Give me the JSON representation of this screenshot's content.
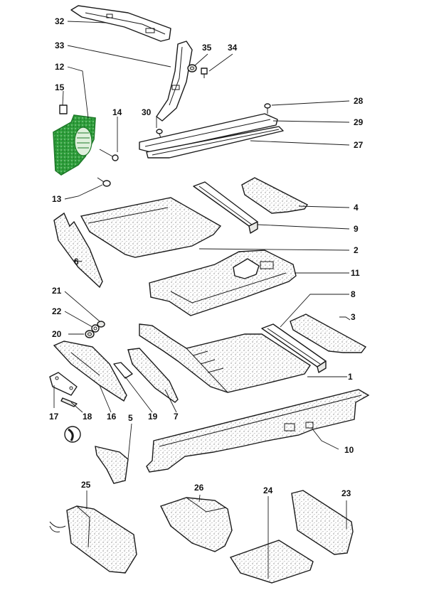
{
  "callouts": {
    "c1": "1",
    "c2": "2",
    "c3": "3",
    "c4": "4",
    "c5": "5",
    "c6": "6",
    "c7": "7",
    "c8": "8",
    "c9": "9",
    "c10": "10",
    "c11": "11",
    "c12": "12",
    "c13": "13",
    "c14": "14",
    "c15": "15",
    "c16": "16",
    "c17": "17",
    "c18": "18",
    "c19": "19",
    "c20": "20",
    "c21": "21",
    "c22": "22",
    "c23": "23",
    "c24": "24",
    "c25": "25",
    "c26": "26",
    "c27": "27",
    "c28": "28",
    "c29": "29",
    "c30": "30",
    "c32": "32",
    "c33": "33",
    "c34": "34",
    "c35": "35"
  },
  "colors": {
    "highlight_fill": "#2e9e3b",
    "line": "#1a1a1a",
    "background": "#ffffff"
  }
}
